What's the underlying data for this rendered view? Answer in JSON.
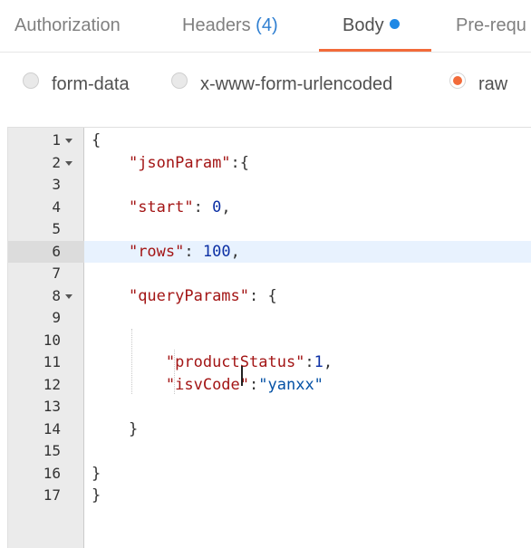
{
  "tabs": [
    {
      "label": "Authorization"
    },
    {
      "label": "Headers",
      "count": "(4)"
    },
    {
      "label": "Body",
      "active": true
    },
    {
      "label": "Pre-requ"
    }
  ],
  "body_modes": [
    {
      "label": "form-data",
      "checked": false
    },
    {
      "label": "x-www-form-urlencoded",
      "checked": false
    },
    {
      "label": "raw",
      "checked": true
    }
  ],
  "editor": {
    "current_line": 6,
    "lines": [
      {
        "num": "1",
        "text": "{"
      },
      {
        "num": "2",
        "text": "    \"jsonParam\":{"
      },
      {
        "num": "3",
        "text": ""
      },
      {
        "num": "4",
        "text": "    \"start\": 0,"
      },
      {
        "num": "5",
        "text": ""
      },
      {
        "num": "6",
        "text": "    \"rows\": 100,"
      },
      {
        "num": "7",
        "text": ""
      },
      {
        "num": "8",
        "text": "    \"queryParams\": {"
      },
      {
        "num": "9",
        "text": ""
      },
      {
        "num": "10",
        "text": ""
      },
      {
        "num": "11",
        "text": "        \"productStatus\":1,"
      },
      {
        "num": "12",
        "text": "        \"isvCode\":\"yanxx\""
      },
      {
        "num": "13",
        "text": ""
      },
      {
        "num": "14",
        "text": "    }"
      },
      {
        "num": "15",
        "text": ""
      },
      {
        "num": "16",
        "text": "}"
      },
      {
        "num": "17",
        "text": "}"
      }
    ]
  },
  "colors": {
    "accent": "#f26b3a",
    "active_dot": "#1e88e5",
    "json_key": "#a31515",
    "json_number": "#0b2fa4",
    "json_string": "#0451a5"
  }
}
